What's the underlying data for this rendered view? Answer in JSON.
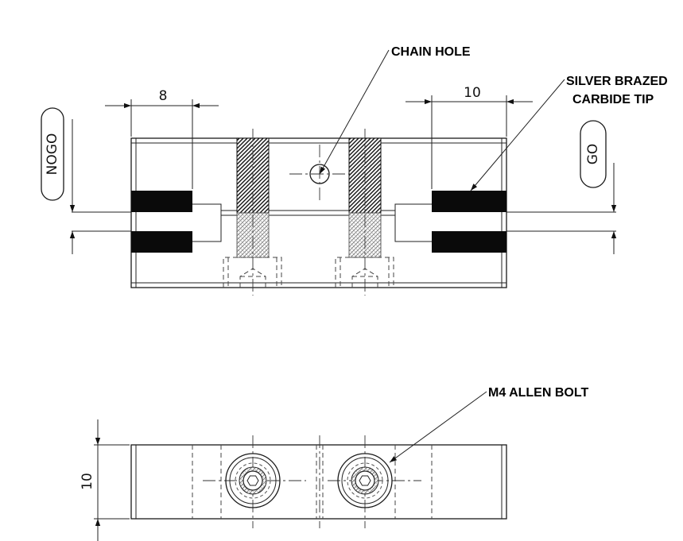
{
  "labels": {
    "chain_hole": "CHAIN HOLE",
    "carbide_line1": "SILVER BRAZED",
    "carbide_line2": "CARBIDE TIP",
    "allen_bolt": "M4 ALLEN BOLT",
    "nogo": "NOGO",
    "go": "GO"
  },
  "dimensions": {
    "left_tip": "8",
    "right_tip": "10",
    "height": "10"
  }
}
